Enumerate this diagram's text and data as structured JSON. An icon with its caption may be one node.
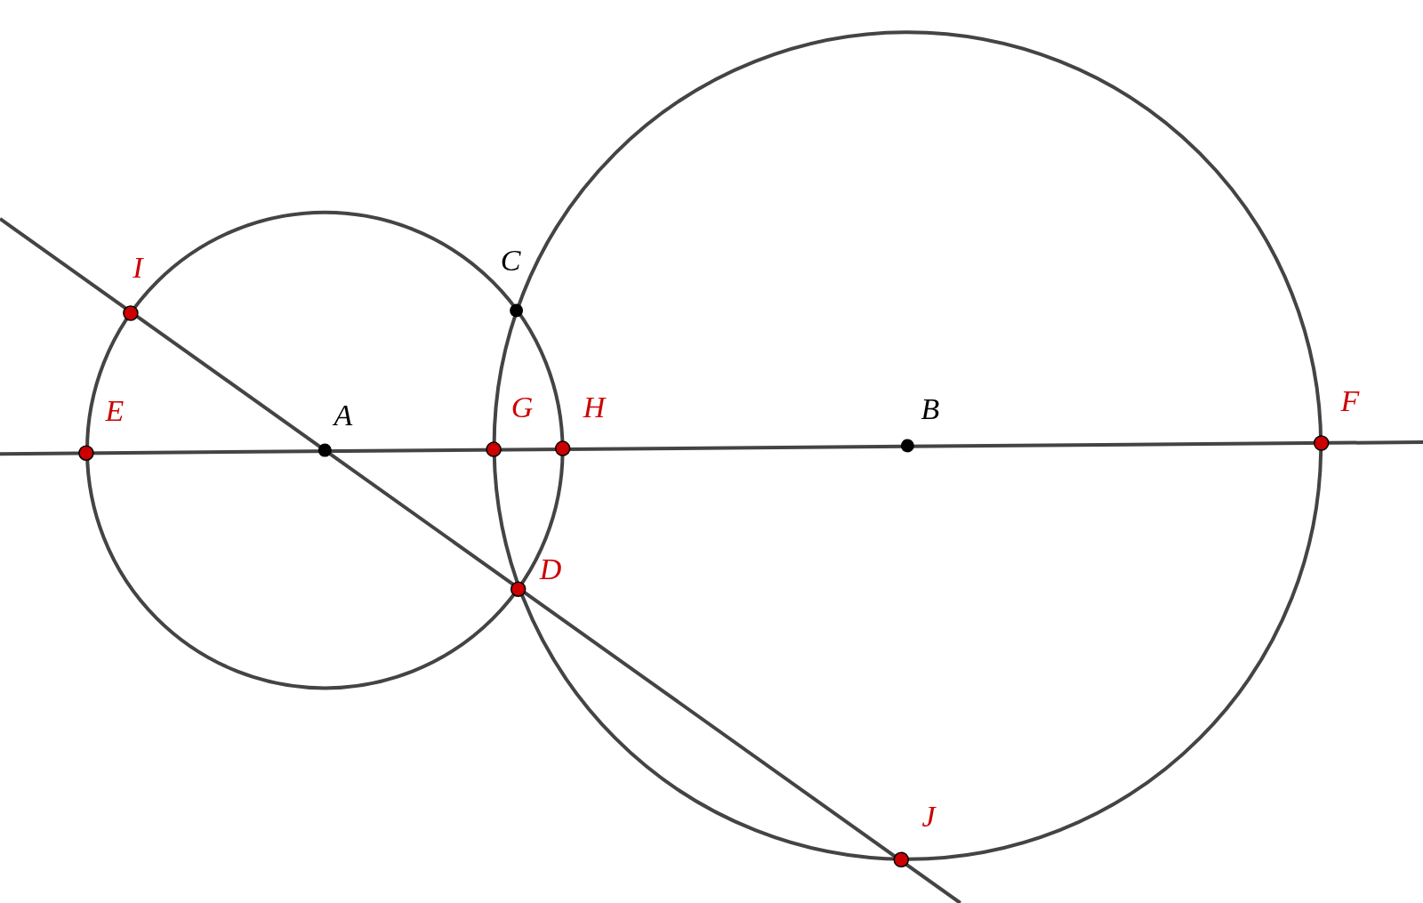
{
  "diagram": {
    "labels": [
      "C",
      "I",
      "F",
      "G",
      "H",
      "B",
      "E",
      "A",
      "D",
      "J"
    ]
  }
}
